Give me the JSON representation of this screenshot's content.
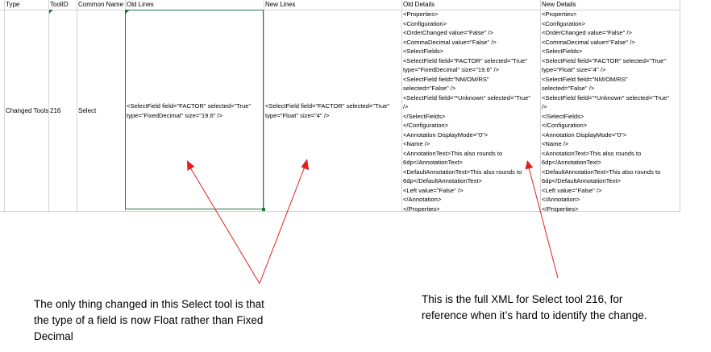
{
  "headers": [
    "Type",
    "ToolID",
    "Common Name",
    "Old Lines",
    "New Lines",
    "Old Details",
    "New Details"
  ],
  "row": {
    "type": "Changed Tools",
    "toolid": "216",
    "common_name": "Select",
    "old_lines": [
      "<SelectField field=\"FACTOR\" selected=\"True\"",
      "type=\"FixedDecimal\" size=\"19.6\" />"
    ],
    "new_lines": [
      "<SelectField field=\"FACTOR\" selected=\"True\"",
      "type=\"Float\" size=\"4\" />"
    ],
    "old_details": [
      "<Properties>",
      "<Configuration>",
      "<OrderChanged value=\"False\" />",
      "<CommaDecimal value=\"False\" />",
      "<SelectFields>",
      "<SelectField field=\"FACTOR\" selected=\"True\"",
      "type=\"FixedDecimal\" size=\"19.6\" />",
      "<SelectField field=\"NM/OM/RS\"",
      "selected=\"False\" />",
      "<SelectField field=\"*Unknown\" selected=\"True\"",
      "/>",
      "</SelectFields>",
      "</Configuration>",
      "<Annotation DisplayMode=\"0\">",
      "<Name />",
      "<AnnotationText>This also rounds to",
      "6dp</AnnotationText>",
      "<DefaultAnnotationText>This also rounds to",
      "6dp</DefaultAnnotationText>",
      "<Left value=\"False\" />",
      "</Annotation>",
      "</Properties>"
    ],
    "new_details": [
      "<Properties>",
      "<Configuration>",
      "<OrderChanged value=\"False\" />",
      "<CommaDecimal value=\"False\" />",
      "<SelectFields>",
      "<SelectField field=\"FACTOR\" selected=\"True\"",
      "type=\"Float\" size=\"4\" />",
      "<SelectField field=\"NM/OM/RS\"",
      "selected=\"False\" />",
      "<SelectField field=\"*Unknown\" selected=\"True\"",
      "/>",
      "</SelectFields>",
      "</Configuration>",
      "<Annotation DisplayMode=\"0\">",
      "<Name />",
      "<AnnotationText>This also rounds to",
      "6dp</AnnotationText>",
      "<DefaultAnnotationText>This also rounds to",
      "6dp</DefaultAnnotationText>",
      "<Left value=\"False\" />",
      "</Annotation>",
      "</Properties>"
    ]
  },
  "notes": {
    "left": [
      "The only thing changed in this Select tool is that",
      "the type of a field is now Float rather than Fixed",
      "Decimal"
    ],
    "right": [
      "This is the full XML for Select tool 216, for",
      "reference when it’s hard to identify the change."
    ]
  },
  "colors": {
    "arrow": "#e02020",
    "selection": "#217346",
    "gridline": "#d4d4d4",
    "text": "#000000"
  }
}
